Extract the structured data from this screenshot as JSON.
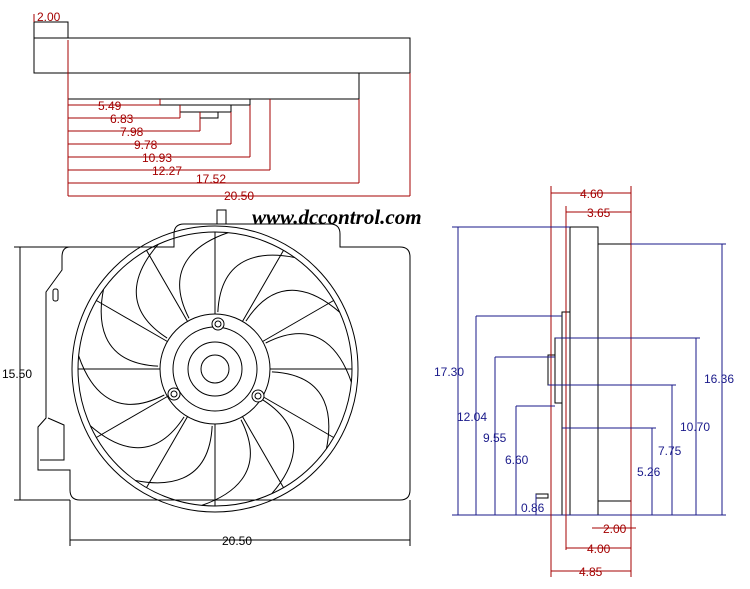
{
  "website": "www.dccontrol.com",
  "top_view": {
    "dims": [
      "2.00",
      "5.49",
      "6.83",
      "7.98",
      "9.78",
      "10.93",
      "12.27",
      "17.52",
      "20.50"
    ]
  },
  "front_view": {
    "width": "20.50",
    "height": "15.50",
    "blade_count": 12
  },
  "side_view": {
    "top_dims": [
      "4.60",
      "3.65"
    ],
    "left_dims": [
      "17.30",
      "12.04",
      "9.55",
      "6.60",
      "0.86"
    ],
    "right_dims": [
      "16.36",
      "10.70",
      "7.75",
      "5.26"
    ],
    "bottom_dims": [
      "2.00",
      "4.00",
      "4.85"
    ]
  },
  "colors": {
    "outline": "#000000",
    "dimension_red": "#a40000",
    "dimension_blue": "#1a1a8a"
  }
}
